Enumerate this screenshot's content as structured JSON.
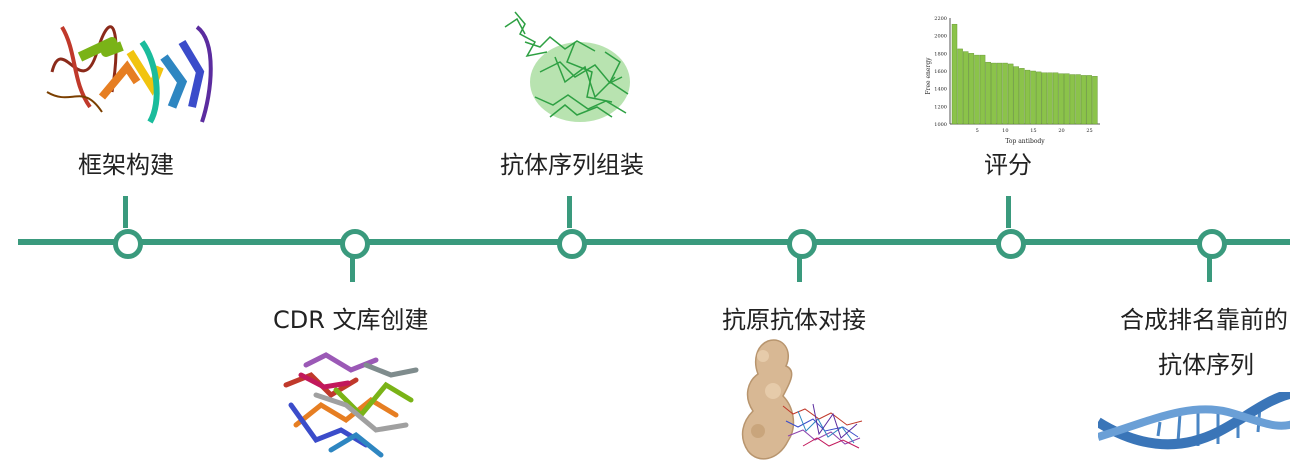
{
  "steps": [
    {
      "label": "框架构建"
    },
    {
      "label": "CDR 文库创建"
    },
    {
      "label": "抗体序列组装"
    },
    {
      "label": "抗原抗体对接"
    },
    {
      "label": "评分"
    },
    {
      "label": "合成排名靠前的",
      "label2": "抗体序列"
    }
  ],
  "score_chart": {
    "ylabel": "Free energy",
    "xlabel": "Top antibody",
    "yticks": [
      "2200",
      "2000",
      "1800",
      "1600",
      "1400",
      "1200",
      "1000"
    ],
    "xticks": [
      "5",
      "10",
      "15",
      "20",
      "25"
    ]
  },
  "chart_data": {
    "type": "bar",
    "xlabel": "Top antibody",
    "ylabel": "Free energy",
    "ylim": [
      1000,
      2200
    ],
    "x": [
      1,
      2,
      3,
      4,
      5,
      6,
      7,
      8,
      9,
      10,
      11,
      12,
      13,
      14,
      15,
      16,
      17,
      18,
      19,
      20,
      21,
      22,
      23,
      24,
      25,
      26
    ],
    "values": [
      2130,
      1850,
      1820,
      1800,
      1780,
      1780,
      1700,
      1690,
      1690,
      1690,
      1680,
      1650,
      1630,
      1610,
      1600,
      1590,
      1580,
      1580,
      1580,
      1570,
      1570,
      1560,
      1560,
      1550,
      1550,
      1540
    ],
    "color": "#8bc34a"
  },
  "colors": {
    "timeline": "#3a9a7d",
    "dna": "#4a86c5",
    "surface": "#d8b894"
  }
}
